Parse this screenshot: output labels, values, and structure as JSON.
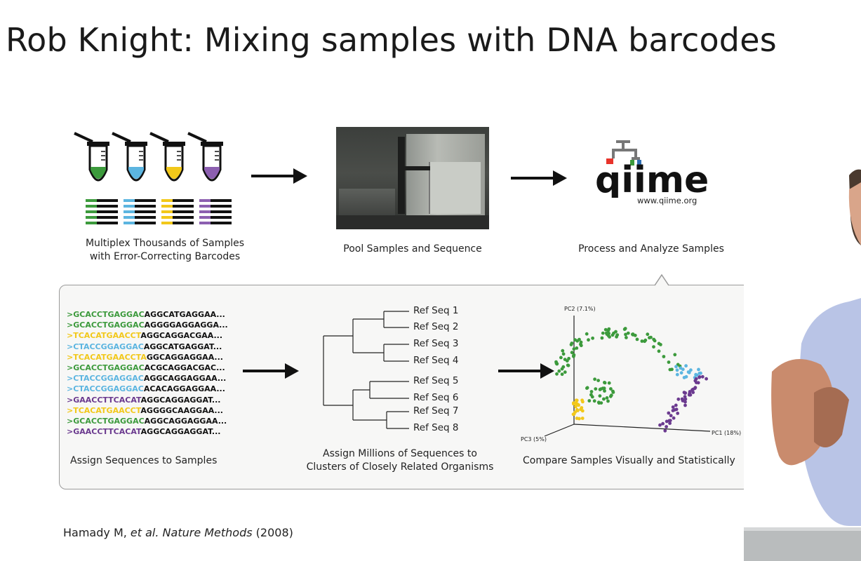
{
  "slide": {
    "title": "Rob Knight: Mixing samples with DNA barcodes",
    "captions": {
      "multiplex_line1": "Multiplex Thousands of Samples",
      "multiplex_line2": "with Error-Correcting Barcodes",
      "pool": "Pool Samples and Sequence",
      "process": "Process and Analyze Samples",
      "assign_seq": "Assign Sequences to Samples",
      "assign_millions_line1": "Assign Millions of Sequences to",
      "assign_millions_line2": "Clusters of Closely Related Organisms",
      "compare": "Compare Samples Visually and Statistically"
    },
    "qiime": {
      "logo_text": "qiime",
      "url": "www.qiime.org"
    },
    "sequences": [
      {
        "barcode": ">GCACCTGAGGAC",
        "rest": "AGGCATGAGGAA...",
        "color": "green"
      },
      {
        "barcode": ">GCACCTGAGGAC",
        "rest": "AGGGGAGGAGGA...",
        "color": "green"
      },
      {
        "barcode": ">TCACATGAACCT",
        "rest": "AGGCAGGACGAA...",
        "color": "yellow"
      },
      {
        "barcode": ">CTACCGGAGGAC",
        "rest": "AGGCATGAGGAT...",
        "color": "blue"
      },
      {
        "barcode": ">TCACATGAACCTA",
        "rest": "GGCAGGAGGAA...",
        "color": "yellow"
      },
      {
        "barcode": ">GCACCTGAGGAC",
        "rest": "ACGCAGGACGAC...",
        "color": "green"
      },
      {
        "barcode": ">CTACCGGAGGAC",
        "rest": "AGGCAGGAGGAA...",
        "color": "blue"
      },
      {
        "barcode": ">CTACCGGAGGAC",
        "rest": "ACACAGGAGGAA...",
        "color": "blue"
      },
      {
        "barcode": ">GAACCTTCACAT",
        "rest": "AGGCAGGAGGAT...",
        "color": "purple"
      },
      {
        "barcode": ">TCACATGAACCT",
        "rest": "AGGGGCAAGGAA...",
        "color": "yellow"
      },
      {
        "barcode": ">GCACCTGAGGAC",
        "rest": "AGGCAGGAGGAA...",
        "color": "green"
      },
      {
        "barcode": ">GAACCTTCACAT",
        "rest": "AGGCAGGAGGAT...",
        "color": "purple"
      }
    ],
    "ref_seqs": [
      "Ref Seq 1",
      "Ref Seq 2",
      "Ref Seq 3",
      "Ref Seq 4",
      "Ref Seq 5",
      "Ref Seq 6",
      "Ref Seq 7",
      "Ref Seq 8"
    ],
    "pca_axes": {
      "pc1": "PC1 (18%)",
      "pc2": "PC2 (7.1%)",
      "pc3": "PC3 (5%)"
    },
    "citation": {
      "authors": "Hamady M, ",
      "etal": "et al. Nature Methods",
      "year": " (2008)"
    },
    "colors": {
      "green": "#3c9a3c",
      "blue": "#5cb5e0",
      "yellow": "#f2c81a",
      "purple": "#6b3a8f",
      "qiime_red": "#e8332a"
    }
  }
}
